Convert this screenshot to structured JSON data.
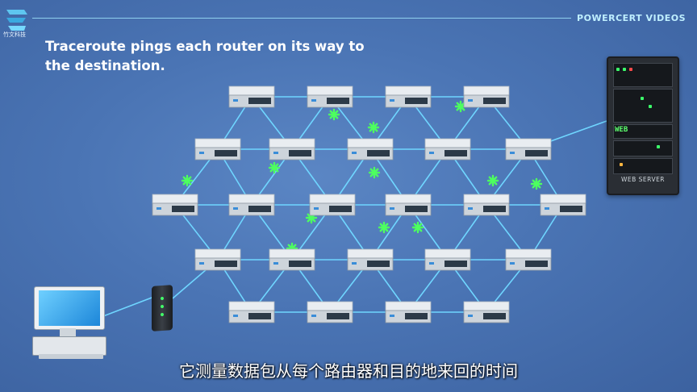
{
  "header": {
    "logo_text": "竹文科技",
    "brand": "POWERCERT VIDEOS"
  },
  "slide": {
    "title": "Traceroute pings each router on its way to the destination.",
    "subtitle": "它测量数据包从每个路由器和目的地来回的时间"
  },
  "server": {
    "web_label": "WEB",
    "label": "WEB SERVER"
  },
  "colors": {
    "link": "#6fd6ff",
    "packet": "#4dff5f",
    "background": "#4a74b4",
    "router_body": "#e9edf1",
    "router_ports": "#2c3a48"
  },
  "icons": {
    "computer": "computer-icon",
    "modem": "modem-icon",
    "router": "router-icon",
    "server": "server-rack-icon",
    "packet": "packet-icon"
  }
}
